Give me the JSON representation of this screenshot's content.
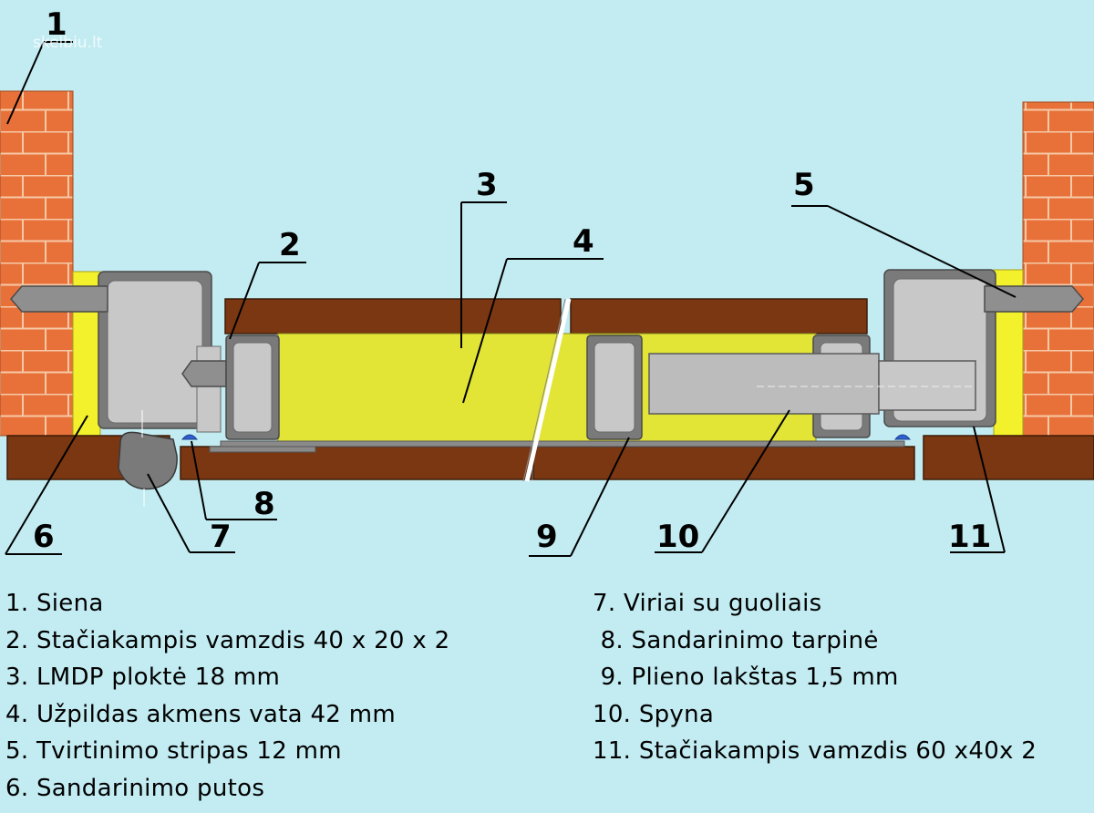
{
  "watermark": "skelbiu.lt",
  "callouts": [
    "1",
    "2",
    "3",
    "4",
    "5",
    "6",
    "7",
    "8",
    "9",
    "10",
    "11"
  ],
  "legend": {
    "left": [
      "1. Siena",
      "2. Stačiakampis vamzdis 40 x 20 x 2",
      "3. LMDP ploktė 18 mm",
      "4. Užpildas akmens vata 42 mm",
      "5. Tvirtinimo stripas 12 mm",
      "6. Sandarinimo putos"
    ],
    "right": [
      "7. Viriai su guoliais",
      " 8. Sandarinimo tarpinė",
      " 9. Plieno lakštas 1,5 mm",
      "10. Spyna",
      "11. Stačiakampis vamzdis 60 x40x 2"
    ]
  },
  "colors": {
    "background": "#c2ecf2",
    "brick": "#e8713a",
    "mortar": "#f6c9a6",
    "wood": "#7a3712",
    "insulation": "#e2e436",
    "foam": "#f3f02c",
    "steel_tube": "#c8c8c8",
    "steel_outline": "#6a6a6a",
    "seal": "#2f5fd0"
  }
}
